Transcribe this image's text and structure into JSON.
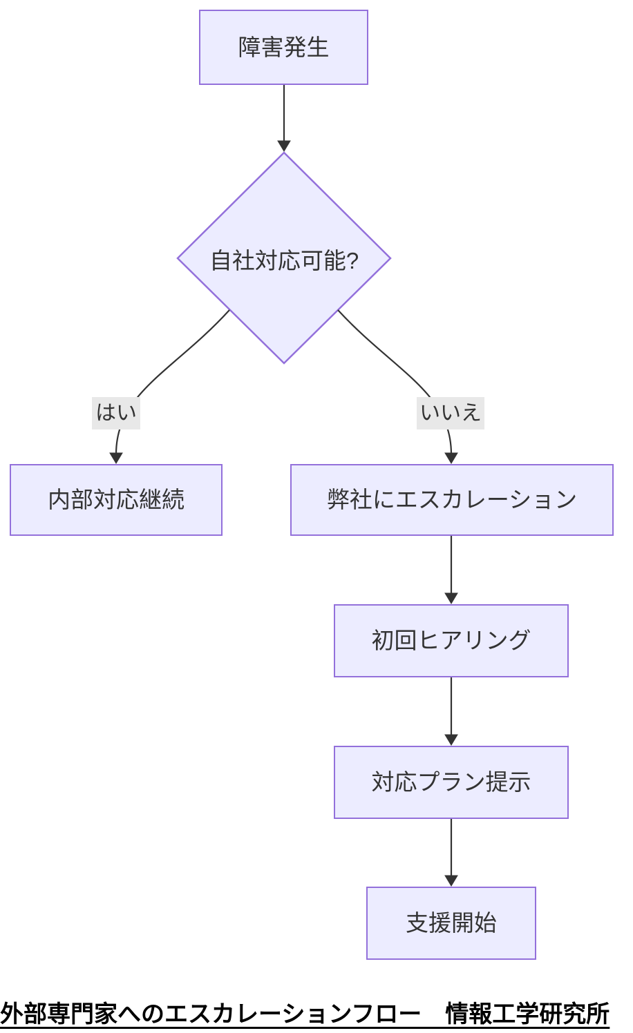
{
  "diagram": {
    "type": "flowchart",
    "direction": "top-down",
    "nodes": [
      {
        "id": "incident",
        "shape": "rect",
        "label": "障害発生"
      },
      {
        "id": "decision",
        "shape": "diamond",
        "label": "自社対応可能?"
      },
      {
        "id": "internal",
        "shape": "rect",
        "label": "内部対応継続"
      },
      {
        "id": "escalate",
        "shape": "rect",
        "label": "弊社にエスカレーション"
      },
      {
        "id": "hearing",
        "shape": "rect",
        "label": "初回ヒアリング"
      },
      {
        "id": "plan",
        "shape": "rect",
        "label": "対応プラン提示"
      },
      {
        "id": "support",
        "shape": "rect",
        "label": "支援開始"
      }
    ],
    "edges": [
      {
        "from": "incident",
        "to": "decision",
        "label": ""
      },
      {
        "from": "decision",
        "to": "internal",
        "label": "はい"
      },
      {
        "from": "decision",
        "to": "escalate",
        "label": "いいえ"
      },
      {
        "from": "escalate",
        "to": "hearing",
        "label": ""
      },
      {
        "from": "hearing",
        "to": "plan",
        "label": ""
      },
      {
        "from": "plan",
        "to": "support",
        "label": ""
      }
    ],
    "caption": "外部専門家へのエスカレーションフロー　情報工学研究所"
  },
  "colors": {
    "node_fill": "#ECECFF",
    "node_border": "#9370DB",
    "edge_line": "#333333",
    "edge_label_bg": "#e8e8e8",
    "node_text": "#333333",
    "caption_text": "#000000"
  }
}
